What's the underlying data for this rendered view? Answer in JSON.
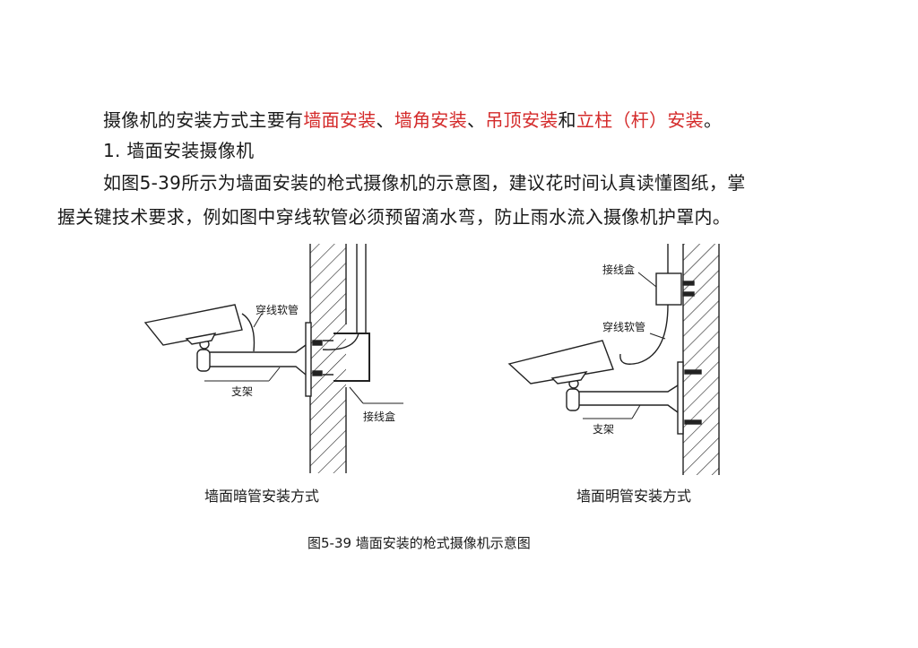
{
  "paragraph1": {
    "prefix": "摄像机的安装方式主要有",
    "m1": "墙面安装",
    "sep1": "、",
    "m2": "墙角安装",
    "sep2": "、",
    "m3": "吊顶安装",
    "and": "和",
    "m4": "立柱（杆）安装",
    "end": "。"
  },
  "heading": "1. 墙面安装摄像机",
  "paragraph2": {
    "line1": "如图5-39所示为墙面安装的枪式摄像机的示意图，建议花时间认真读懂图纸，掌",
    "line2": "握关键技术要求，例如图中穿线软管必须预留滴水弯，防止雨水流入摄像机护罩内。"
  },
  "figure": {
    "left": {
      "hose_label": "穿线软管",
      "bracket_label": "支架",
      "box_label": "接线盒",
      "title": "墙面暗管安装方式"
    },
    "right": {
      "box_label": "接线盒",
      "hose_label": "穿线软管",
      "bracket_label": "支架",
      "title": "墙面明管安装方式"
    },
    "caption": "图5-39  墙面安装的枪式摄像机示意图"
  },
  "colors": {
    "highlight": "#d42a2a",
    "text": "#1a1a1a"
  }
}
